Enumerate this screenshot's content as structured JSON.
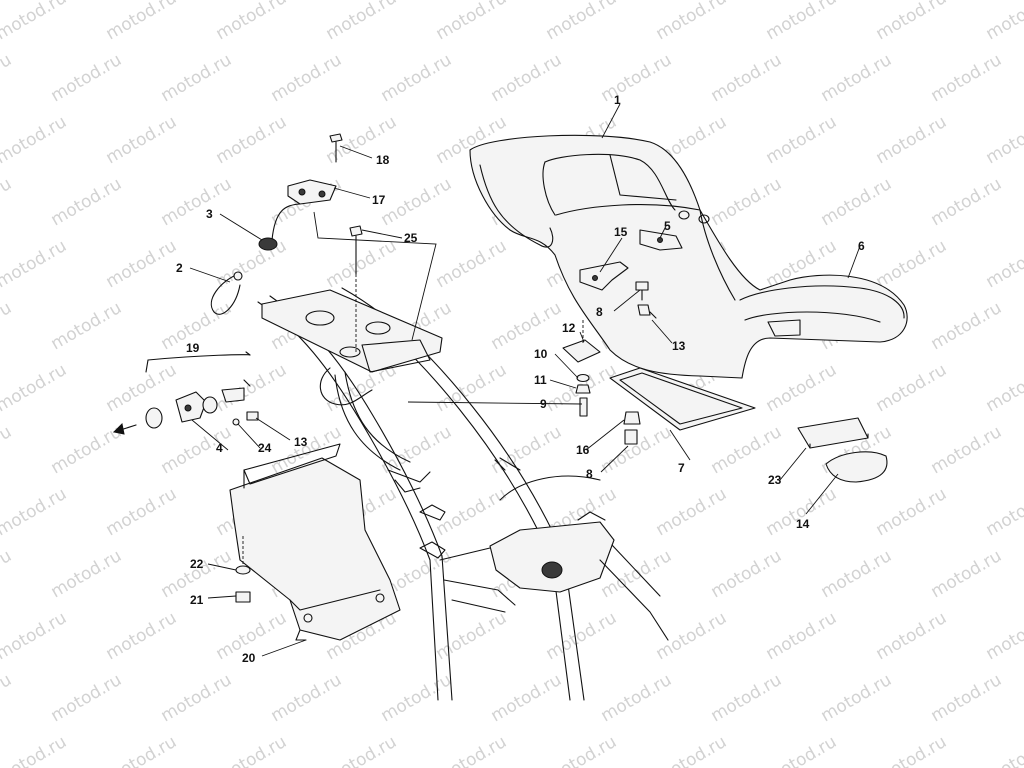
{
  "watermark": "motod.ru",
  "callouts": [
    {
      "id": "1",
      "label": "1"
    },
    {
      "id": "2",
      "label": "2"
    },
    {
      "id": "3",
      "label": "3"
    },
    {
      "id": "4",
      "label": "4"
    },
    {
      "id": "5",
      "label": "5"
    },
    {
      "id": "6",
      "label": "6"
    },
    {
      "id": "7",
      "label": "7"
    },
    {
      "id": "8a",
      "label": "8"
    },
    {
      "id": "8b",
      "label": "8"
    },
    {
      "id": "9",
      "label": "9"
    },
    {
      "id": "10",
      "label": "10"
    },
    {
      "id": "11",
      "label": "11"
    },
    {
      "id": "12",
      "label": "12"
    },
    {
      "id": "13a",
      "label": "13"
    },
    {
      "id": "13b",
      "label": "13"
    },
    {
      "id": "14",
      "label": "14"
    },
    {
      "id": "15",
      "label": "15"
    },
    {
      "id": "16",
      "label": "16"
    },
    {
      "id": "17",
      "label": "17"
    },
    {
      "id": "18",
      "label": "18"
    },
    {
      "id": "19",
      "label": "19"
    },
    {
      "id": "20",
      "label": "20"
    },
    {
      "id": "21",
      "label": "21"
    },
    {
      "id": "22",
      "label": "22"
    },
    {
      "id": "23",
      "label": "23"
    },
    {
      "id": "24",
      "label": "24"
    },
    {
      "id": "25",
      "label": "25"
    }
  ]
}
